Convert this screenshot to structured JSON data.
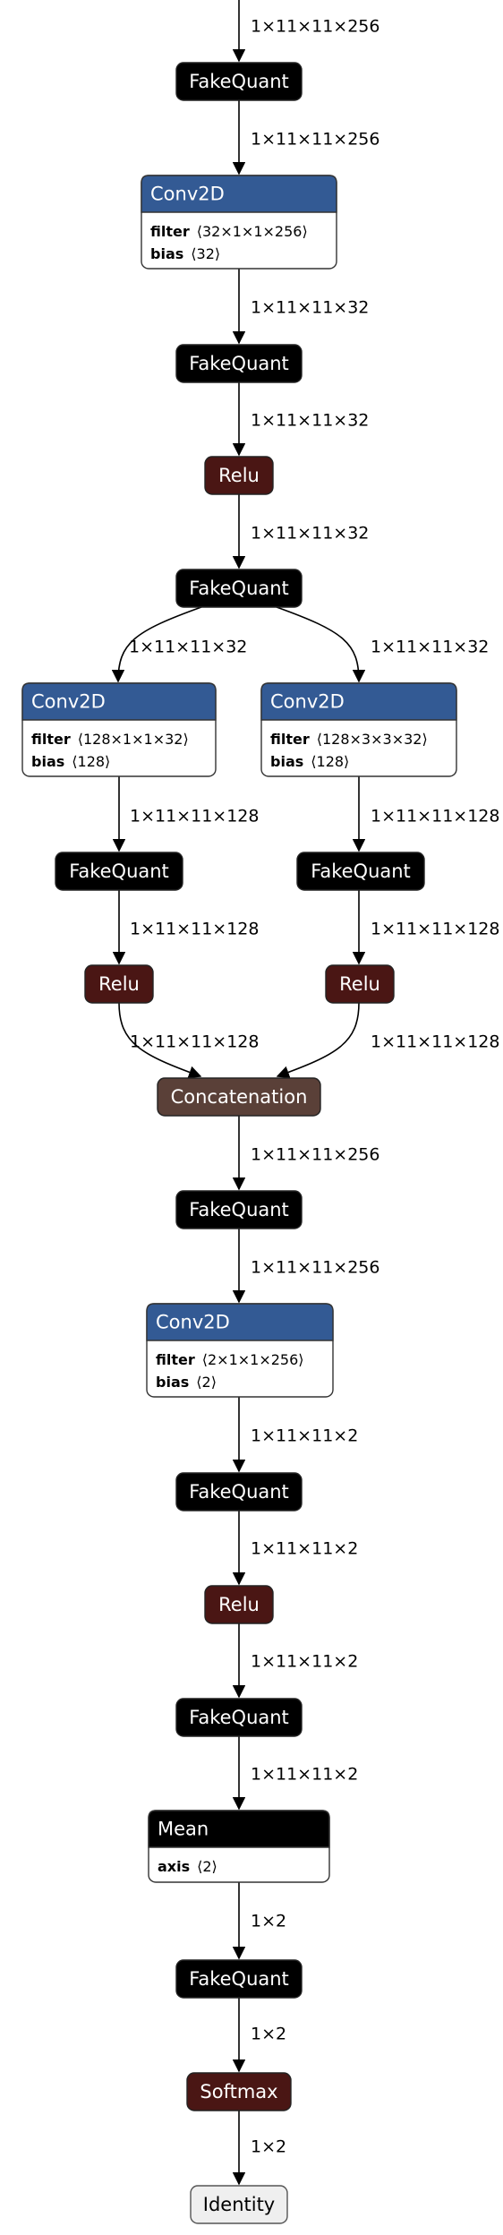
{
  "colors": {
    "layer": "#335a94",
    "fakequant": "#000000",
    "activation": "#4a1614",
    "concat": "#5a4038",
    "identity": "#efefef",
    "edge": "#000000"
  },
  "nodes": [
    {
      "id": "fq1",
      "title": "FakeQuant",
      "kind": "fakequant",
      "attrs": []
    },
    {
      "id": "conv1",
      "title": "Conv2D",
      "kind": "layer",
      "attrs": [
        {
          "name": "filter",
          "value": "⟨32×1×1×256⟩"
        },
        {
          "name": "bias",
          "value": "⟨32⟩"
        }
      ]
    },
    {
      "id": "fq2",
      "title": "FakeQuant",
      "kind": "fakequant",
      "attrs": []
    },
    {
      "id": "relu1",
      "title": "Relu",
      "kind": "activation",
      "attrs": []
    },
    {
      "id": "fq3",
      "title": "FakeQuant",
      "kind": "fakequant",
      "attrs": []
    },
    {
      "id": "conv2",
      "title": "Conv2D",
      "kind": "layer",
      "attrs": [
        {
          "name": "filter",
          "value": "⟨128×1×1×32⟩"
        },
        {
          "name": "bias",
          "value": "⟨128⟩"
        }
      ]
    },
    {
      "id": "conv3",
      "title": "Conv2D",
      "kind": "layer",
      "attrs": [
        {
          "name": "filter",
          "value": "⟨128×3×3×32⟩"
        },
        {
          "name": "bias",
          "value": "⟨128⟩"
        }
      ]
    },
    {
      "id": "fq4",
      "title": "FakeQuant",
      "kind": "fakequant",
      "attrs": []
    },
    {
      "id": "fq5",
      "title": "FakeQuant",
      "kind": "fakequant",
      "attrs": []
    },
    {
      "id": "relu2",
      "title": "Relu",
      "kind": "activation",
      "attrs": []
    },
    {
      "id": "relu3",
      "title": "Relu",
      "kind": "activation",
      "attrs": []
    },
    {
      "id": "concat",
      "title": "Concatenation",
      "kind": "concat",
      "attrs": []
    },
    {
      "id": "fq6",
      "title": "FakeQuant",
      "kind": "fakequant",
      "attrs": []
    },
    {
      "id": "conv4",
      "title": "Conv2D",
      "kind": "layer",
      "attrs": [
        {
          "name": "filter",
          "value": "⟨2×1×1×256⟩"
        },
        {
          "name": "bias",
          "value": "⟨2⟩"
        }
      ]
    },
    {
      "id": "fq7",
      "title": "FakeQuant",
      "kind": "fakequant",
      "attrs": []
    },
    {
      "id": "relu4",
      "title": "Relu",
      "kind": "activation",
      "attrs": []
    },
    {
      "id": "fq8",
      "title": "FakeQuant",
      "kind": "fakequant",
      "attrs": []
    },
    {
      "id": "mean",
      "title": "Mean",
      "kind": "fakequant",
      "attrs": [
        {
          "name": "axis",
          "value": "⟨2⟩"
        }
      ]
    },
    {
      "id": "fq9",
      "title": "FakeQuant",
      "kind": "fakequant",
      "attrs": []
    },
    {
      "id": "softmax",
      "title": "Softmax",
      "kind": "activation",
      "attrs": []
    },
    {
      "id": "identity",
      "title": "Identity",
      "kind": "identity",
      "attrs": []
    }
  ],
  "edges": [
    {
      "from": null,
      "to": "fq1",
      "label": "1×11×11×256"
    },
    {
      "from": "fq1",
      "to": "conv1",
      "label": "1×11×11×256"
    },
    {
      "from": "conv1",
      "to": "fq2",
      "label": "1×11×11×32"
    },
    {
      "from": "fq2",
      "to": "relu1",
      "label": "1×11×11×32"
    },
    {
      "from": "relu1",
      "to": "fq3",
      "label": "1×11×11×32"
    },
    {
      "from": "fq3",
      "to": "conv2",
      "label": "1×11×11×32"
    },
    {
      "from": "fq3",
      "to": "conv3",
      "label": "1×11×11×32"
    },
    {
      "from": "conv2",
      "to": "fq4",
      "label": "1×11×11×128"
    },
    {
      "from": "conv3",
      "to": "fq5",
      "label": "1×11×11×128"
    },
    {
      "from": "fq4",
      "to": "relu2",
      "label": "1×11×11×128"
    },
    {
      "from": "fq5",
      "to": "relu3",
      "label": "1×11×11×128"
    },
    {
      "from": "relu2",
      "to": "concat",
      "label": "1×11×11×128"
    },
    {
      "from": "relu3",
      "to": "concat",
      "label": "1×11×11×128"
    },
    {
      "from": "concat",
      "to": "fq6",
      "label": "1×11×11×256"
    },
    {
      "from": "fq6",
      "to": "conv4",
      "label": "1×11×11×256"
    },
    {
      "from": "conv4",
      "to": "fq7",
      "label": "1×11×11×2"
    },
    {
      "from": "fq7",
      "to": "relu4",
      "label": "1×11×11×2"
    },
    {
      "from": "relu4",
      "to": "fq8",
      "label": "1×11×11×2"
    },
    {
      "from": "fq8",
      "to": "mean",
      "label": "1×11×11×2"
    },
    {
      "from": "mean",
      "to": "fq9",
      "label": "1×2"
    },
    {
      "from": "fq9",
      "to": "softmax",
      "label": "1×2"
    },
    {
      "from": "softmax",
      "to": "identity",
      "label": "1×2"
    }
  ]
}
